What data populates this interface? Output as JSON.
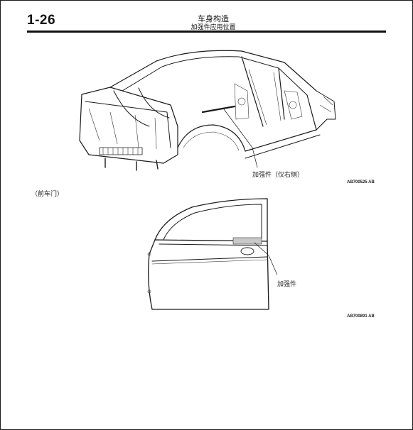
{
  "header": {
    "page_number": "1-26",
    "chapter_title": "车身构造",
    "section_title": "加强件应用位置"
  },
  "figure_body": {
    "callout_label": "加强件（仪右侧）",
    "figure_code": "AB700525 AB"
  },
  "section_label": "（前车门）",
  "figure_door": {
    "callout_label": "加强件",
    "figure_code": "AB700891 AB"
  }
}
